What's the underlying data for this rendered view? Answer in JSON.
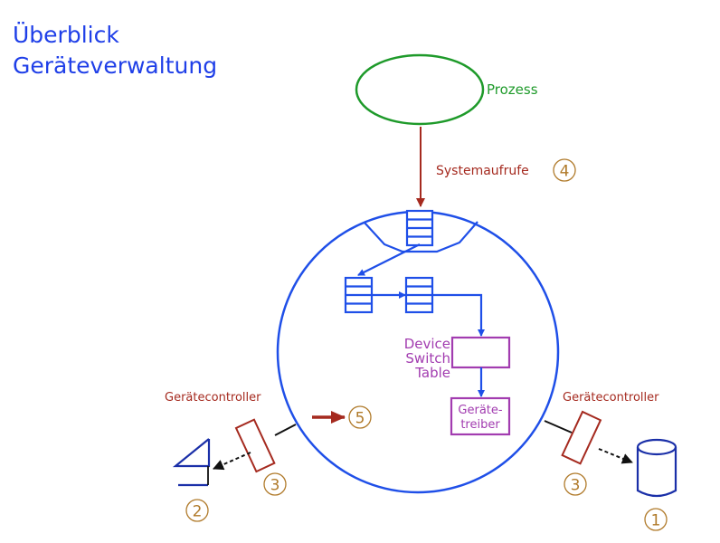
{
  "title": {
    "line1": "Überblick",
    "line2": "Geräteverwaltung"
  },
  "labels": {
    "process": "Prozess",
    "syscalls": "Systemaufrufe",
    "device_switch_table": [
      "Device",
      "Switch",
      "Table"
    ],
    "driver": [
      "Geräte-",
      "treiber"
    ],
    "controller_left": "Gerätecontroller",
    "controller_right": "Gerätecontroller"
  },
  "markers": {
    "syscalls": "4",
    "kernel_entry": "5",
    "controller_left": "3",
    "controller_right": "3",
    "printer_device": "2",
    "disk_device": "1"
  },
  "colors": {
    "title": "#1f3fe8",
    "process": "#1e9a2a",
    "syscall": "#a52a1f",
    "kernel": "#1f4fe8",
    "kernel_component": "#a23cb0",
    "controller": "#a52a1f",
    "marker": "#b07a2a",
    "device": "#1a2fa8"
  }
}
